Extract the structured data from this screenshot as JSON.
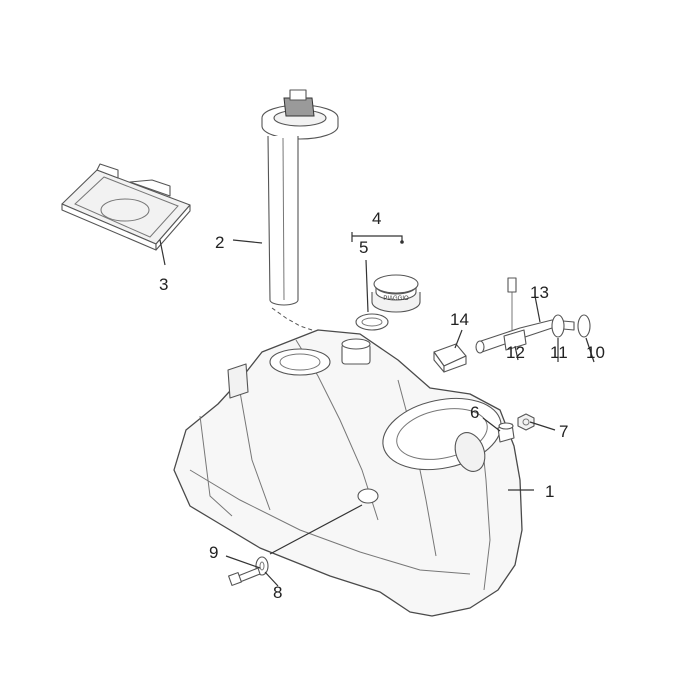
{
  "diagram": {
    "callouts": [
      {
        "id": "1",
        "label": "1"
      },
      {
        "id": "2",
        "label": "2"
      },
      {
        "id": "3",
        "label": "3"
      },
      {
        "id": "4",
        "label": "4"
      },
      {
        "id": "5",
        "label": "5"
      },
      {
        "id": "6",
        "label": "6"
      },
      {
        "id": "7",
        "label": "7"
      },
      {
        "id": "8",
        "label": "8"
      },
      {
        "id": "9",
        "label": "9"
      },
      {
        "id": "10",
        "label": "10"
      },
      {
        "id": "11",
        "label": "11"
      },
      {
        "id": "12",
        "label": "12"
      },
      {
        "id": "13",
        "label": "13"
      },
      {
        "id": "14",
        "label": "14"
      }
    ],
    "parts": [
      {
        "number": "1",
        "icon": "fuel-tank-icon"
      },
      {
        "number": "2",
        "icon": "fuel-level-sender-icon"
      },
      {
        "number": "3",
        "icon": "cover-plate-icon"
      },
      {
        "number": "5",
        "icon": "gasket-ring-icon"
      },
      {
        "number": "4",
        "icon": "fuel-cap-icon"
      },
      {
        "number": "6",
        "icon": "spacer-bush-icon"
      },
      {
        "number": "7",
        "icon": "nut-icon"
      },
      {
        "number": "8",
        "icon": "washer-icon"
      },
      {
        "number": "9",
        "icon": "bolt-icon"
      },
      {
        "number": "10",
        "icon": "hose-clamp-icon"
      },
      {
        "number": "11",
        "icon": "hose-clamp-icon"
      },
      {
        "number": "12",
        "icon": "bracket-icon"
      },
      {
        "number": "13",
        "icon": "breather-pipe-icon"
      },
      {
        "number": "14",
        "icon": "rubber-grommet-icon"
      }
    ],
    "cap_text": "PIAGGIO"
  }
}
